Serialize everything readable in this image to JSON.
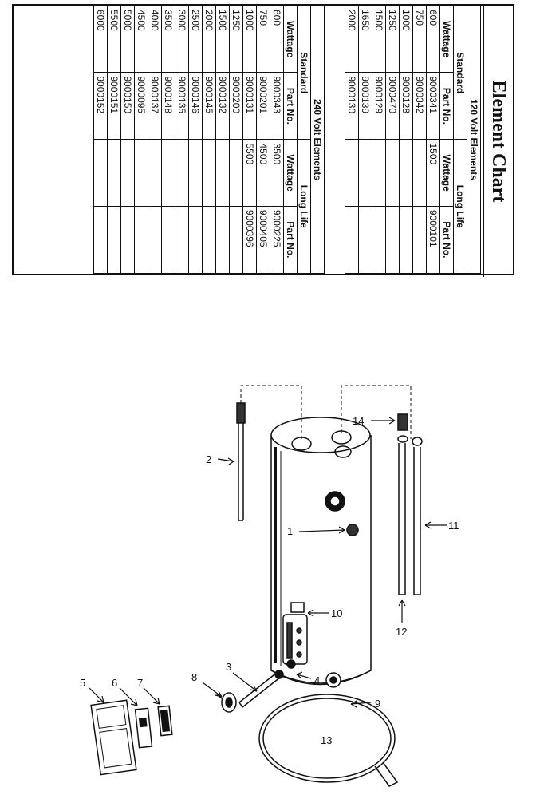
{
  "chart": {
    "title": "Element Chart",
    "v120": {
      "heading": "120 Volt Elements",
      "standard_label": "Standard",
      "longlife_label": "Long Life",
      "col_wattage": "Wattage",
      "col_part": "Part No.",
      "rows": [
        [
          "600",
          "9000341",
          "1500",
          "9000101"
        ],
        [
          "750",
          "9000342",
          "",
          ""
        ],
        [
          "1000",
          "9000128",
          "",
          ""
        ],
        [
          "1250",
          "9000470",
          "",
          ""
        ],
        [
          "1500",
          "9000129",
          "",
          ""
        ],
        [
          "1650",
          "9000139",
          "",
          ""
        ],
        [
          "2000",
          "9000130",
          "",
          ""
        ]
      ]
    },
    "v240": {
      "heading": "240 Volt Elements",
      "standard_label": "Standard",
      "longlife_label": "Long Life",
      "col_wattage": "Wattage",
      "col_part": "Part No.",
      "rows": [
        [
          "600",
          "9000343",
          "3500",
          "9000225"
        ],
        [
          "750",
          "9000201",
          "4500",
          "9000405"
        ],
        [
          "1000",
          "9000131",
          "5500",
          "9000396"
        ],
        [
          "1250",
          "9000200",
          "",
          ""
        ],
        [
          "1500",
          "9000132",
          "",
          ""
        ],
        [
          "2000",
          "9000145",
          "",
          ""
        ],
        [
          "2500",
          "9000146",
          "",
          ""
        ],
        [
          "3000",
          "9000135",
          "",
          ""
        ],
        [
          "3500",
          "9000148",
          "",
          ""
        ],
        [
          "4000",
          "9000137",
          "",
          ""
        ],
        [
          "4500",
          "9000095",
          "",
          ""
        ],
        [
          "5000",
          "9000150",
          "",
          ""
        ],
        [
          "5500",
          "9000151",
          "",
          ""
        ],
        [
          "6000",
          "9000152",
          "",
          ""
        ]
      ]
    }
  },
  "callouts": {
    "c1": "1",
    "c2": "2",
    "c3": "3",
    "c4": "4",
    "c5": "5",
    "c6": "6",
    "c7": "7",
    "c8": "8",
    "c9": "9",
    "c10": "10",
    "c11": "11",
    "c12": "12",
    "c13": "13",
    "c14": "14"
  }
}
